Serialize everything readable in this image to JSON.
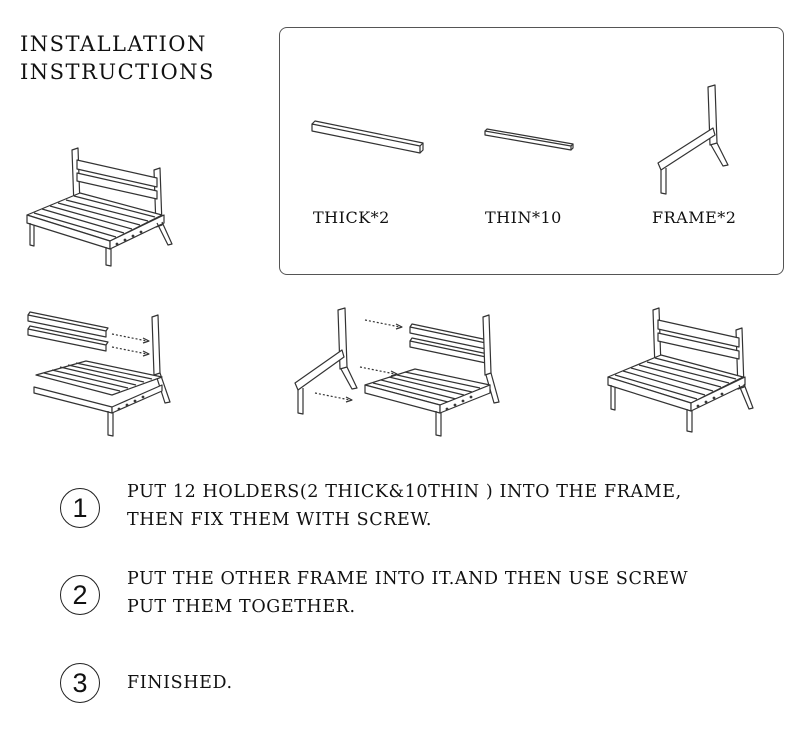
{
  "header": {
    "title_line1": "INSTALLATION",
    "title_line2": "INSTRUCTIONS"
  },
  "parts": [
    {
      "label": "THICK*2"
    },
    {
      "label": "THIN*10"
    },
    {
      "label": "FRAME*2"
    }
  ],
  "steps": [
    {
      "number": "1",
      "line1": "PUT 12 HOLDERS(2 THICK&10THIN ) INTO THE FRAME,",
      "line2": "THEN FIX THEM WITH SCREW."
    },
    {
      "number": "2",
      "line1": "PUT THE OTHER FRAME INTO IT.AND THEN USE SCREW",
      "line2": "PUT THEM TOGETHER."
    },
    {
      "number": "3",
      "line1": "FINISHED.",
      "line2": ""
    }
  ],
  "colors": {
    "stroke": "#333333",
    "text": "#111111"
  }
}
